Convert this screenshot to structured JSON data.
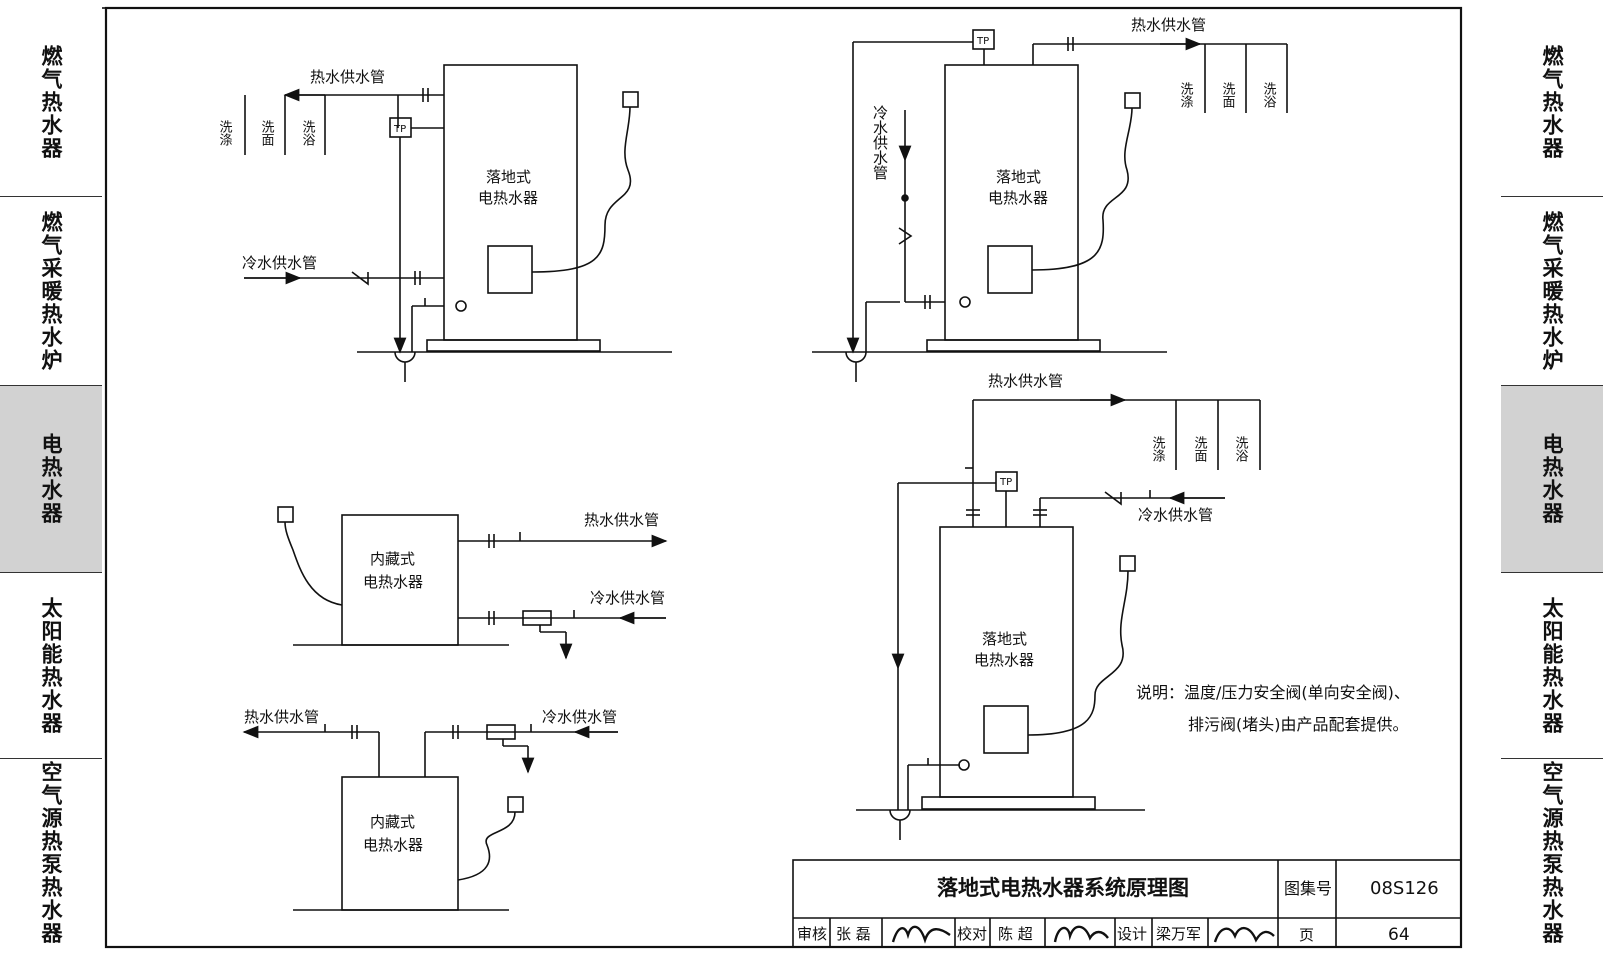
{
  "side_tabs": [
    {
      "label": "燃气热水器",
      "active": false
    },
    {
      "label": "燃气采暖热水炉",
      "active": false
    },
    {
      "label": "电热水器",
      "active": true
    },
    {
      "label": "太阳能热水器",
      "active": false
    },
    {
      "label": "空气源热泵热水器",
      "active": false
    }
  ],
  "labels": {
    "hot_pipe": "热水供水管",
    "cold_pipe": "冷水供水管",
    "tp": "TP",
    "fixture_wash": "洗涤",
    "fixture_face": "洗面",
    "fixture_bath": "洗浴",
    "floor_heater_l1": "落地式",
    "floor_heater_l2": "电热水器",
    "built_in_l1": "内藏式",
    "built_in_l2": "电热水器"
  },
  "note": {
    "line1": "说明：温度/压力安全阀(单向安全阀)、",
    "line2": "排污阀(堵头)由产品配套提供。"
  },
  "title_block": {
    "title": "落地式电热水器系统原理图",
    "atlas_label": "图集号",
    "atlas_number": "08S126",
    "review_label": "审核",
    "review_name": "张 磊",
    "check_label": "校对",
    "check_name": "陈 超",
    "design_label": "设计",
    "design_name": "梁万军",
    "page_label": "页",
    "page_number": "64"
  }
}
